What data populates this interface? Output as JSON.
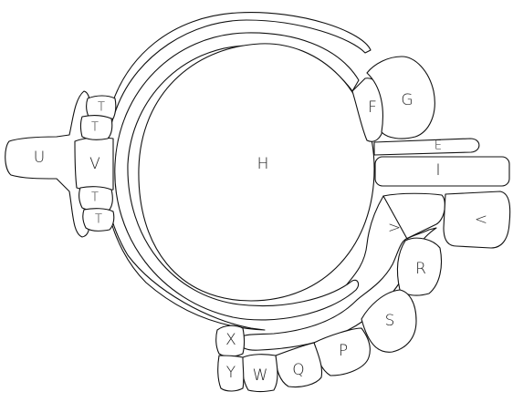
{
  "labels": {
    "H": "H",
    "F": "F",
    "G": "G",
    "E": "E",
    "I": "I",
    "gt": ">",
    "lt": "<",
    "R": "R",
    "S": "S",
    "P": "P",
    "Q": "Q",
    "W": "W",
    "X": "X",
    "Y": "Y",
    "U": "U",
    "V": "V",
    "T1": "T",
    "T2": "T",
    "T3": "T",
    "T4": "T"
  },
  "colors": {
    "stroke": "#111111",
    "fill": "#ffffff",
    "text": "#222222"
  }
}
